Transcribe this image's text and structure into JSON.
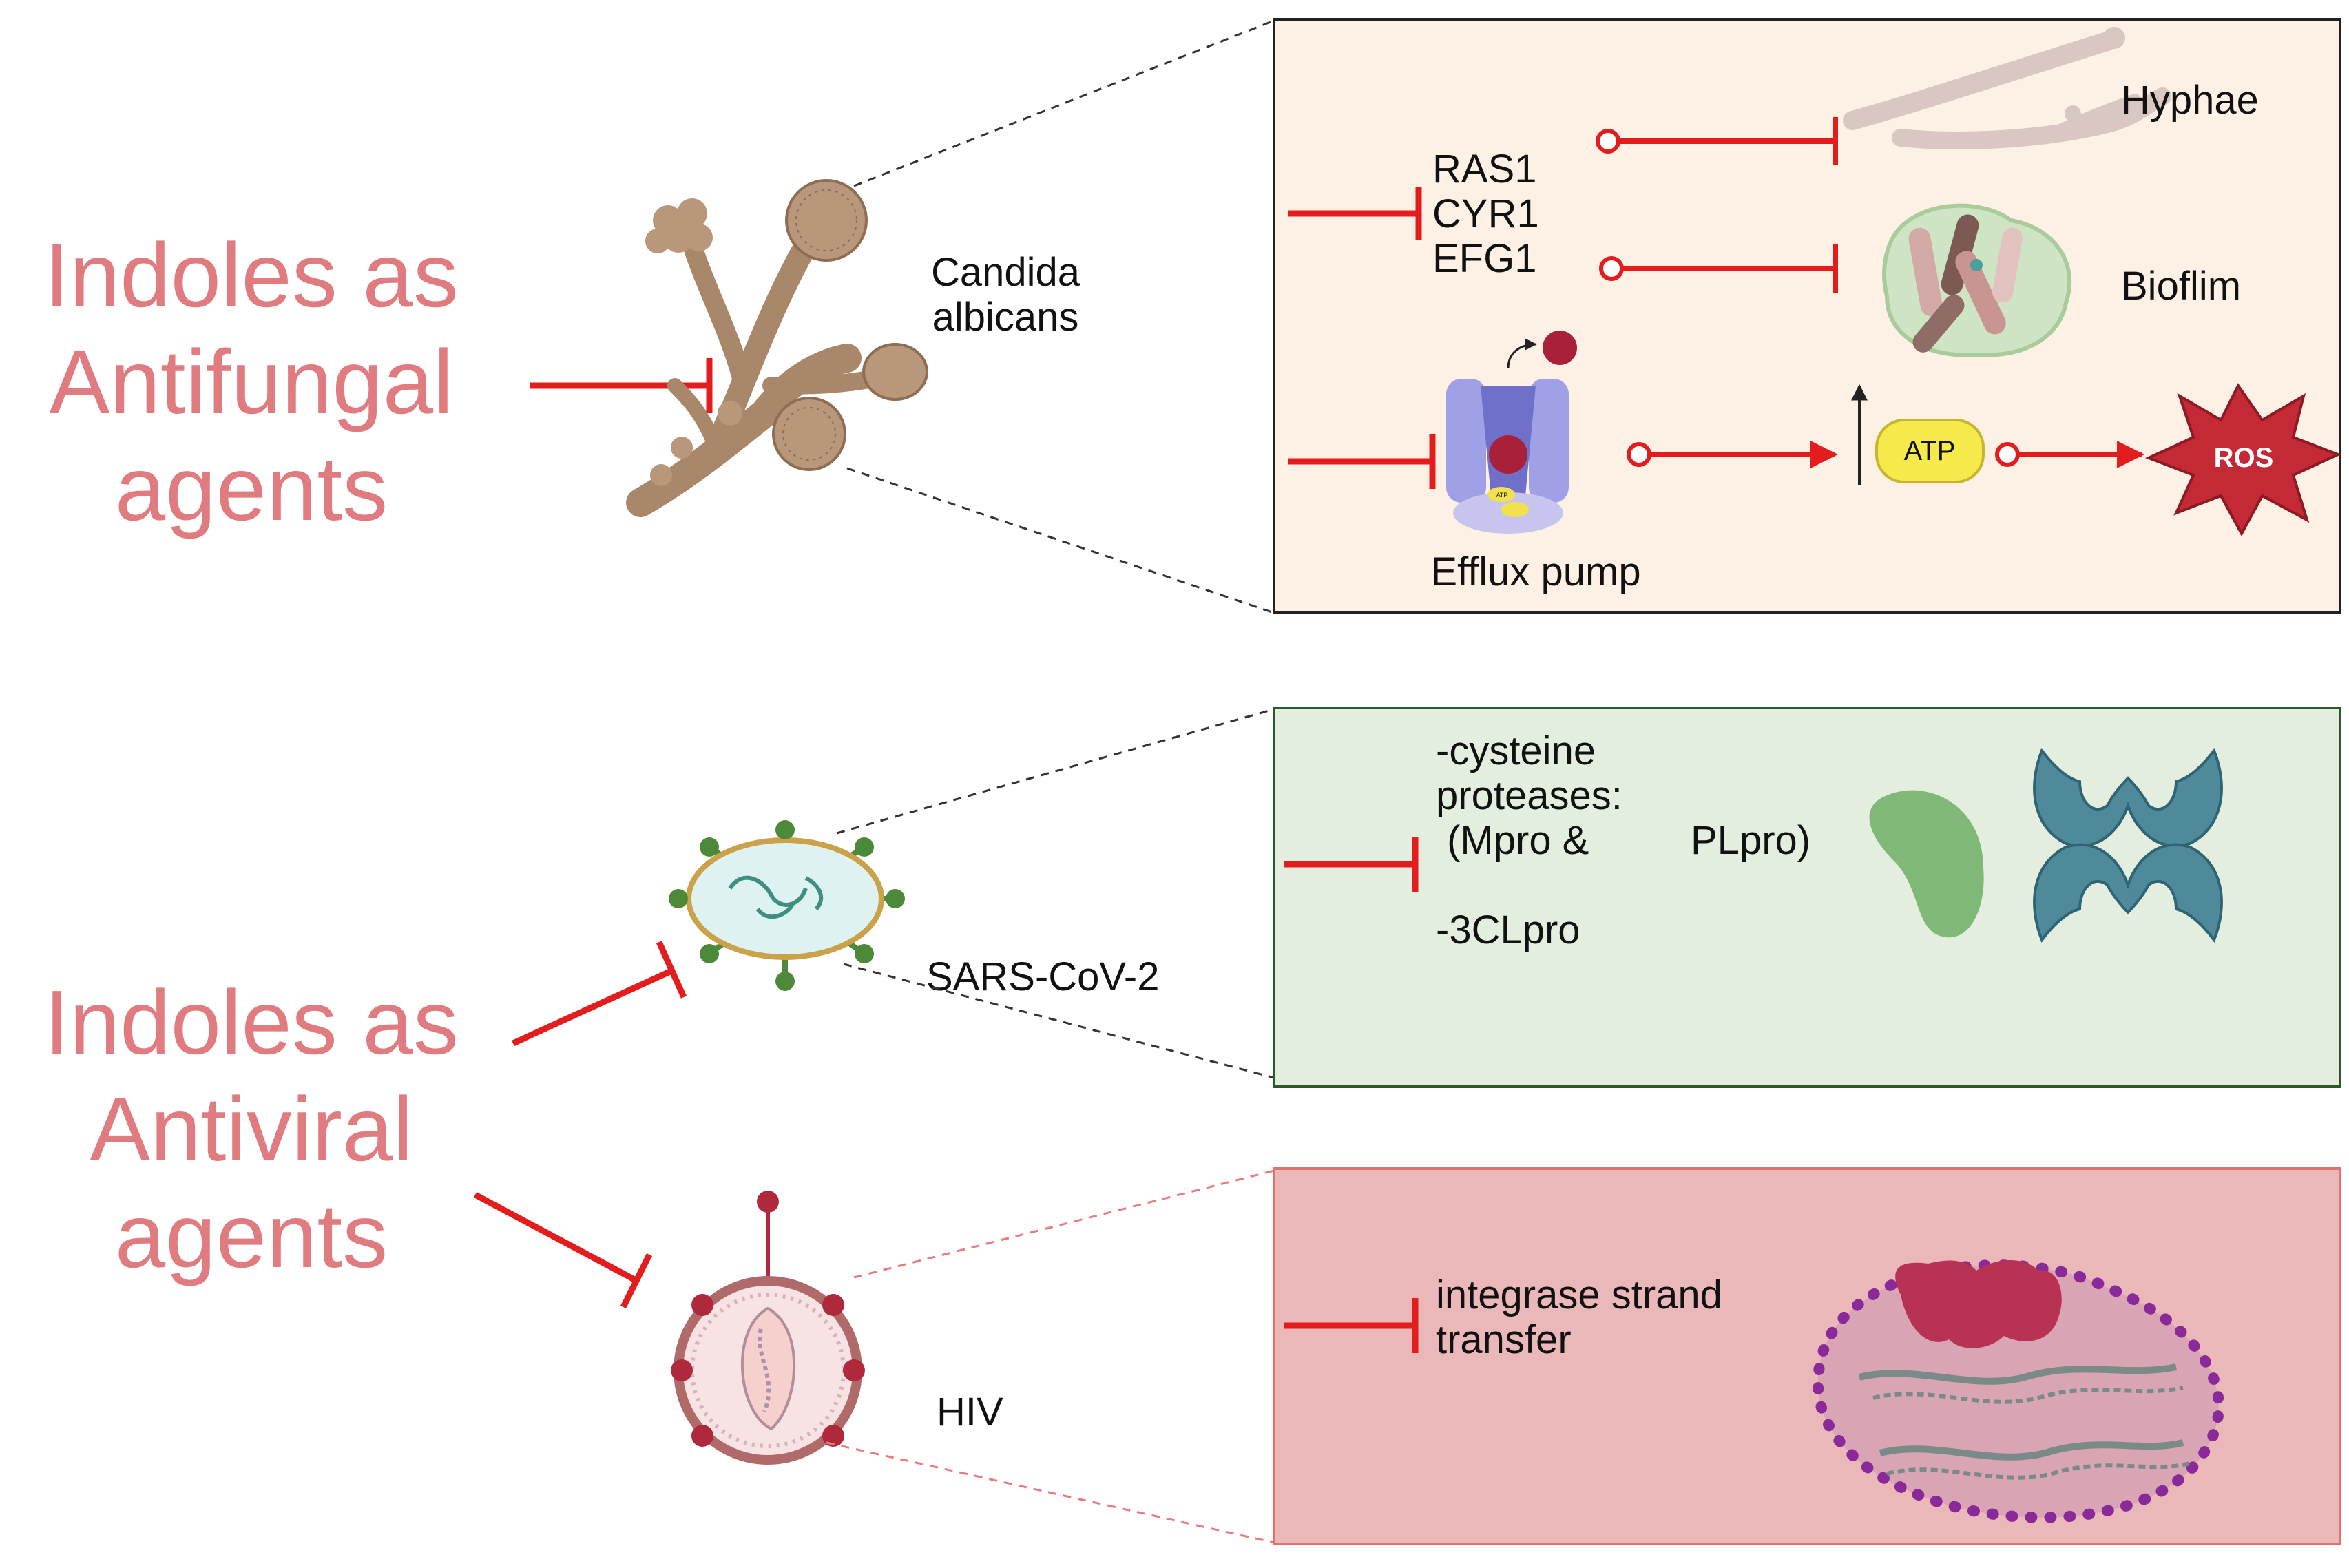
{
  "antifungal": {
    "heading": [
      "Indoles as",
      "Antifungal",
      "agents"
    ],
    "organism": [
      "Candida",
      "albicans"
    ],
    "genes": [
      "RAS1",
      "CYR1",
      "EFG1"
    ],
    "hyphae": "Hyphae",
    "biofilm": "Bioflim",
    "efflux": "Efflux pump",
    "atp": "ATP",
    "ros": "ROS",
    "mini_atp": "ATP"
  },
  "antiviral": {
    "heading": [
      "Indoles as",
      "Antiviral",
      "agents"
    ],
    "sars": {
      "name": "SARS-CoV-2",
      "targets": [
        "-cysteine",
        "proteases:",
        " (Mpro &",
        "PLpro)",
        "-3CLpro"
      ]
    },
    "hiv": {
      "name": "HIV",
      "targets": [
        "integrase strand",
        "transfer"
      ]
    }
  },
  "colors": {
    "heading": "#e07c80",
    "inhibit": "#e31d1d",
    "fungal_panel": "#fdf1e6",
    "sars_panel": "#e4eedf",
    "hiv_panel": "#eab8b8"
  }
}
